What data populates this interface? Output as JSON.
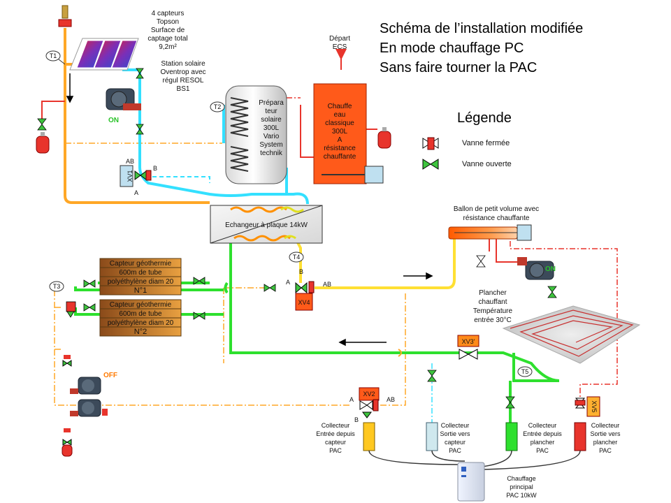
{
  "title": {
    "line1": "Schéma de l’installation modifiée",
    "line2": "En mode chauffage PC",
    "line3": "Sans faire tourner la PAC"
  },
  "legend": {
    "title": "Légende",
    "closed": "Vanne fermée",
    "open": "Vanne ouverte"
  },
  "solar": {
    "collectors": [
      "4 capteurs",
      "Topson",
      "Surface de",
      "captage total",
      "9,2m²"
    ],
    "station": [
      "Station solaire",
      "Oventrop avec",
      "régul RESOL",
      "BS1"
    ],
    "pump_state": "ON"
  },
  "tanks": {
    "preparateur": [
      "Prépara",
      "teur",
      "solaire",
      "300L",
      "Vario",
      "System",
      "technik"
    ],
    "chauffe_eau": [
      "Chauffe",
      "eau",
      "classique",
      "300L",
      "A",
      "résistance",
      "chauffante"
    ],
    "depart": [
      "Départ",
      "ECS"
    ]
  },
  "exchanger": "Echangeur à plaque 14kW",
  "ballon": [
    "Ballon de petit volume avec",
    "résistance chauffante"
  ],
  "floor": [
    "Plancher",
    "chauffant",
    "Température",
    "entrée 30°C"
  ],
  "floor_pump_state": "ON",
  "geo_pump_state": "OFF",
  "geo": [
    [
      "Capteur géothermie",
      "600m de tube",
      "polyéthylène diam 20",
      "N°1"
    ],
    [
      "Capteur géothermie",
      "600m de tube",
      "polyéthylène diam 20",
      "N°2"
    ]
  ],
  "sensors": [
    "T1",
    "T2",
    "T3",
    "T4",
    "T5"
  ],
  "valves": {
    "xv1": "XV1",
    "xv2": "XV2",
    "xv3": "XV3'",
    "xv4": "XV4",
    "xv5": "XV5",
    "a": "A",
    "b": "B",
    "ab": "AB"
  },
  "collectors": [
    [
      "Collecteur",
      "Entrée depuis",
      "capteur",
      "PAC"
    ],
    [
      "Collecteur",
      "Sortie vers",
      "capteur",
      "PAC"
    ],
    [
      "Collecteur",
      "Entrée depuis",
      "plancher",
      "PAC"
    ],
    [
      "Collecteur",
      "Sortie vers",
      "plancher",
      "PAC"
    ]
  ],
  "pac": [
    "Chauffage",
    "principal",
    "PAC 10kW"
  ],
  "colors": {
    "orange_pipe": "#ffa726",
    "cyan_pipe": "#33e0ff",
    "green_pipe": "#2ee02e",
    "yellow_pipe": "#ffe033",
    "red_line": "#e8342c",
    "valve_red": "#e8342c",
    "valve_green": "#3ec43e"
  }
}
